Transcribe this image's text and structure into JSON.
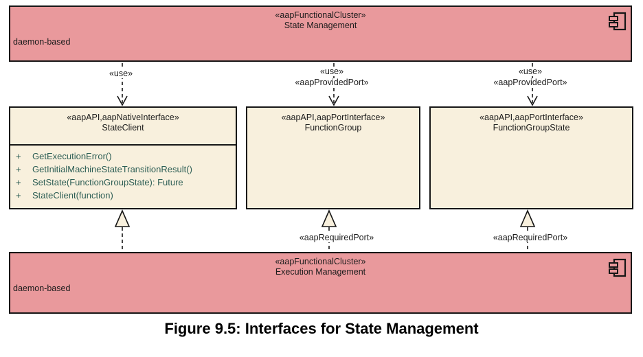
{
  "diagram": {
    "clusters": {
      "top": {
        "stereotype": "«aapFunctionalCluster»",
        "name": "State Management",
        "note": "daemon-based"
      },
      "bottom": {
        "stereotype": "«aapFunctionalCluster»",
        "name": "Execution Management",
        "note": "daemon-based"
      }
    },
    "interfaces": [
      {
        "stereotype": "«aapAPI,aapNativeInterface»",
        "name": "StateClient",
        "visibility": "+",
        "operations": [
          "GetExecutionError()",
          "GetInitialMachineStateTransitionResult()",
          "SetState(FunctionGroupState): Future",
          "StateClient(function)"
        ]
      },
      {
        "stereotype": "«aapAPI,aapPortInterface»",
        "name": "FunctionGroup"
      },
      {
        "stereotype": "«aapAPI,aapPortInterface»",
        "name": "FunctionGroupState"
      }
    ],
    "labels": {
      "use": "«use»",
      "provided_port": "«aapProvidedPort»",
      "required_port": "«aapRequiredPort»"
    },
    "caption": "Figure 9.5: Interfaces for State Management",
    "colors": {
      "cluster_fill": "#E9999C",
      "interface_fill": "#F8F0DD",
      "operation_text": "#2D5E55",
      "border": "#161616"
    }
  }
}
